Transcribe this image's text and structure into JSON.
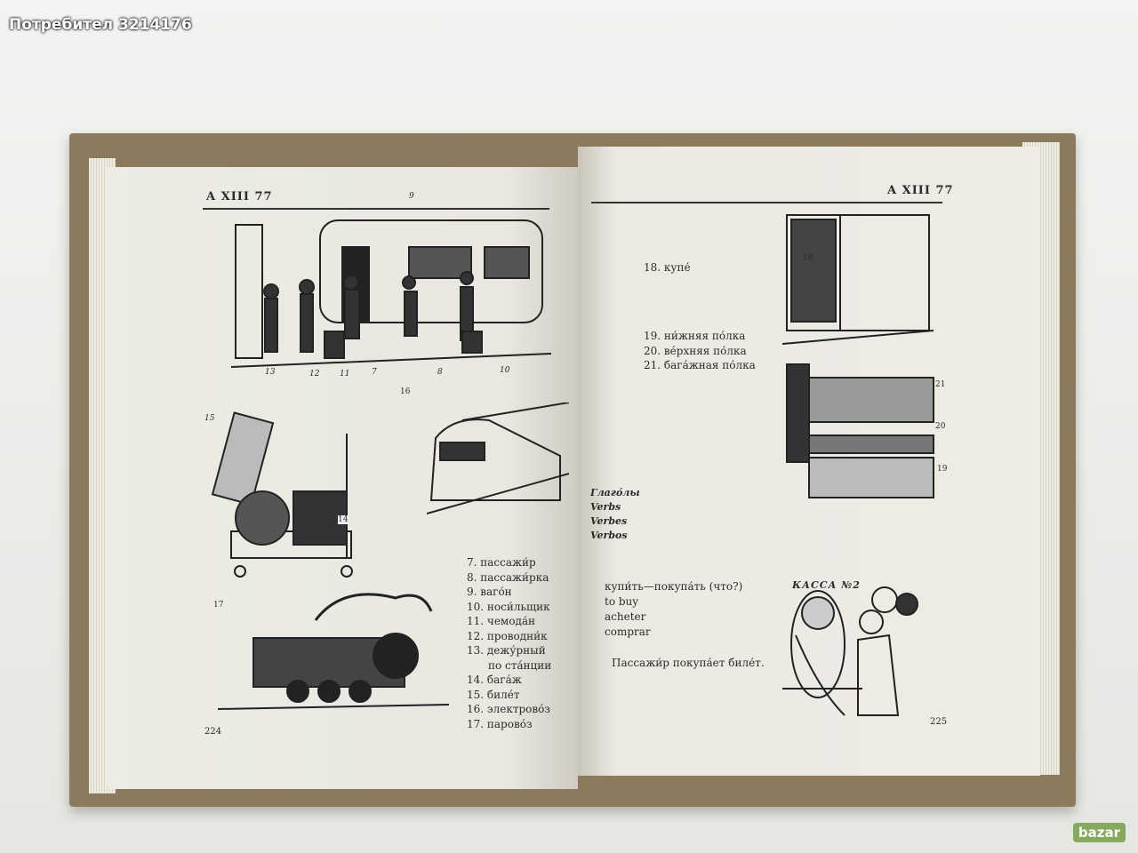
{
  "watermark": "Потребител 3214176",
  "logo": "bazar",
  "left_page": {
    "header": "A XIII 77",
    "page_number": "224",
    "figure_labels": {
      "f9": "9",
      "f13": "13",
      "f12": "12",
      "f11": "11",
      "f7": "7",
      "f8": "8",
      "f10": "10",
      "f15": "15",
      "f16": "16",
      "f14": "14",
      "f17": "17"
    },
    "vocab": [
      "7. пассажи́р",
      "8. пассажи́рка",
      "9. ваго́н",
      "10. носи́льщик",
      "11. чемода́н",
      "12. проводни́к",
      "13. дежу́рный",
      "по ста́нции",
      "14. бага́ж",
      "15. биле́т",
      "16. электрово́з",
      "17. парово́з"
    ]
  },
  "right_page": {
    "header": "A XIII 77",
    "page_number": "225",
    "vocab_18": "18. купе́",
    "vocab_shelves": [
      "19. ни́жняя по́лка",
      "20. ве́рхняя по́лка",
      "21. бага́жная по́лка"
    ],
    "figure_labels": {
      "f18": "18",
      "f21": "21",
      "f20": "20",
      "f19": "19"
    },
    "sign": "КАССА №2",
    "verbs_heading": [
      "Глаго́лы",
      "Verbs",
      "Verbes",
      "Verbos"
    ],
    "verb_ru": "купи́ть—покупа́ть (что?)",
    "verb_translations": [
      "to buy",
      "acheter",
      "comprar"
    ],
    "example": "Пассажи́р покупа́ет биле́т."
  }
}
